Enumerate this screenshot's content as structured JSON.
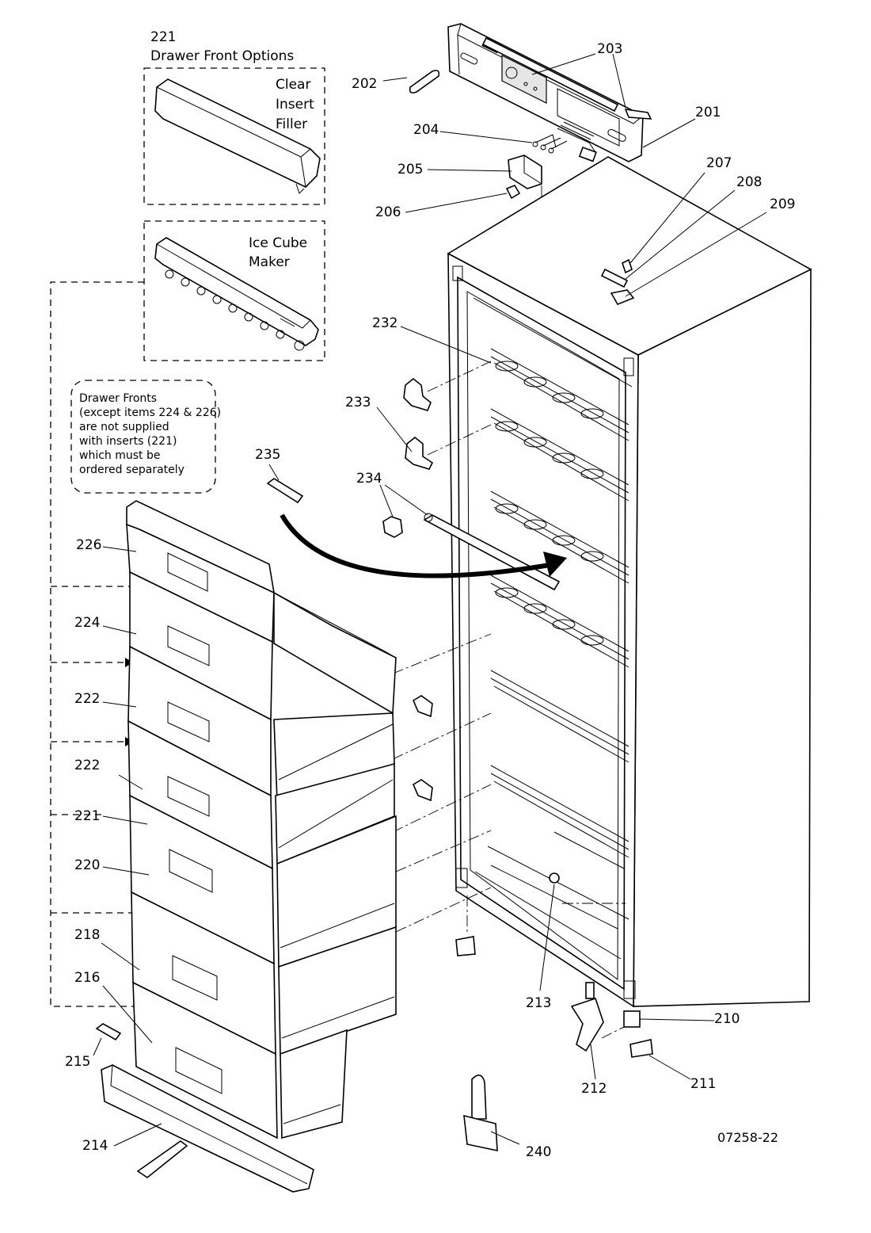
{
  "drawer_front_options": {
    "title_number": "221",
    "title_text": "Drawer Front Options",
    "option_clear": "Clear\nInsert\nFiller",
    "option_ice": "Ice Cube\nMaker"
  },
  "note": "Drawer Fronts\n(except items 224 & 226)\nare not supplied\nwith inserts (221)\nwhich must be\nordered separately",
  "drawing_code": "07258-22",
  "callouts": [
    "201",
    "202",
    "203",
    "203",
    "204",
    "205",
    "206",
    "207",
    "208",
    "209",
    "210",
    "211",
    "212",
    "213",
    "214",
    "215",
    "216",
    "218",
    "220",
    "221",
    "222",
    "222",
    "224",
    "226",
    "232",
    "233",
    "234",
    "235",
    "240"
  ]
}
